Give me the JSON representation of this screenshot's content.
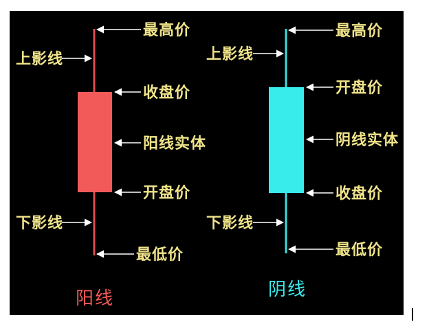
{
  "colors": {
    "background": "#000000",
    "label": "#f0e48a",
    "pointer": "#ffffff",
    "yang_body": "#f25a5a",
    "yang_shadow": "#e05050",
    "yin_body": "#39ecec",
    "yin_shadow": "#39dede"
  },
  "yang": {
    "caption": "阳线",
    "upper_shadow": "上影线",
    "high": "最高价",
    "close": "收盘价",
    "body": "阳线实体",
    "open": "开盘价",
    "lower_shadow": "下影线",
    "low": "最低价"
  },
  "yin": {
    "caption": "阴线",
    "upper_shadow": "上影线",
    "high": "最高价",
    "open": "开盘价",
    "body": "阴线实体",
    "close": "收盘价",
    "lower_shadow": "下影线",
    "low": "最低价"
  }
}
